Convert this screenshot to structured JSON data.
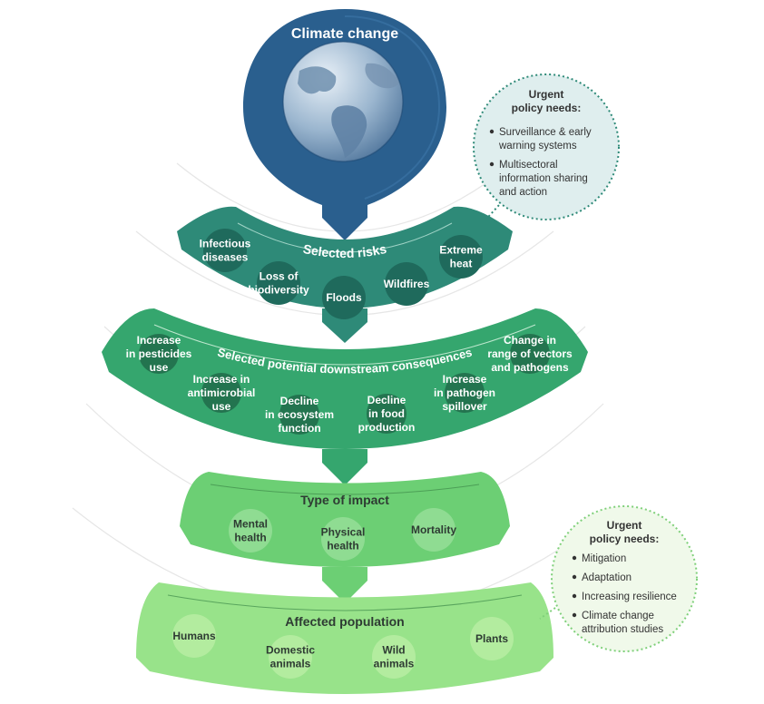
{
  "top": {
    "title": "Climate change"
  },
  "risks": {
    "title": "Selected risks",
    "items": [
      [
        "Infectious",
        "diseases"
      ],
      [
        "Loss of",
        "biodiversity"
      ],
      [
        "Floods"
      ],
      [
        "Wildfires"
      ],
      [
        "Extreme",
        "heat"
      ]
    ]
  },
  "consequences": {
    "title": "Selected potential downstream consequences",
    "items": [
      [
        "Increase",
        "in pesticides",
        "use"
      ],
      [
        "Increase in",
        "antimicrobial",
        "use"
      ],
      [
        "Decline",
        "in ecosystem",
        "function"
      ],
      [
        "Decline",
        "in food",
        "production"
      ],
      [
        "Increase",
        "in pathogen",
        "spillover"
      ],
      [
        "Change in",
        "range of vectors",
        "and pathogens"
      ]
    ]
  },
  "impact": {
    "title": "Type of impact",
    "items": [
      [
        "Mental",
        "health"
      ],
      [
        "Physical",
        "health"
      ],
      [
        "Mortality"
      ]
    ]
  },
  "population": {
    "title": "Affected population",
    "items": [
      [
        "Humans"
      ],
      [
        "Domestic",
        "animals"
      ],
      [
        "Wild",
        "animals"
      ],
      [
        "Plants"
      ]
    ]
  },
  "policy1": {
    "heading": [
      "Urgent",
      "policy needs:"
    ],
    "items": [
      [
        "Surveillance & early",
        "warning systems"
      ],
      [
        "Multisectoral",
        "information sharing",
        "and action"
      ]
    ]
  },
  "policy2": {
    "heading": [
      "Urgent",
      "policy needs:"
    ],
    "items": [
      [
        "Mitigation"
      ],
      [
        "Adaptation"
      ],
      [
        "Increasing resilience"
      ],
      [
        "Climate change",
        "attribution studies"
      ]
    ]
  },
  "colors": {
    "globe_dark": "#1f5480",
    "globe_mid": "#2e6b9e",
    "risks_band": "#2e8a78",
    "risks_circle": "#1f6a5c",
    "consequences_band": "#35a66e",
    "consequences_circle": "#23744f",
    "impact_band": "#6ccf74",
    "impact_circle": "#8fdc92",
    "population_band": "#98e38a",
    "population_circle": "#b3ec9f",
    "policy1_fill": "#dfeeee",
    "policy1_stroke": "#2e8a78",
    "policy2_fill": "#f0f9ea",
    "policy2_stroke": "#7fd07a"
  }
}
